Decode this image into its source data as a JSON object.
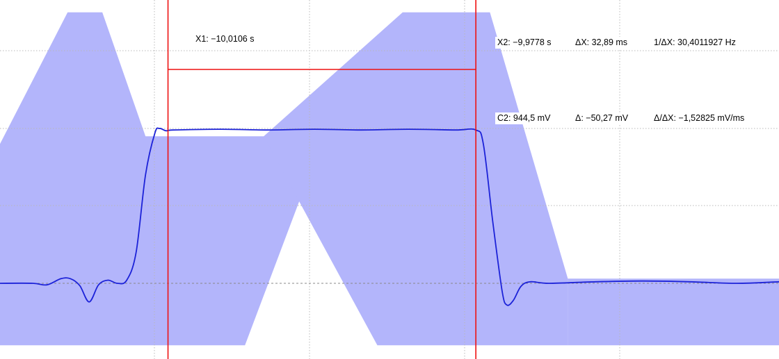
{
  "colors": {
    "background": "#ffffff",
    "grid": "#b8b8b8",
    "fill": "#b3b5fb",
    "trace": "#1c22d8",
    "cursor": "#ee1111",
    "zero_line": "#888888"
  },
  "cursors": {
    "x1": {
      "label": "X1: −10,0106 s",
      "time_s": -10.0106
    },
    "x2": {
      "label": "X2: −9,9778 s",
      "time_s": -9.9778
    },
    "delta_x": "ΔX: 32,89 ms",
    "inv_delta_x": "1/ΔX: 30,4011927 Hz",
    "c2": "C2: 944,5 mV",
    "delta": "Δ: −50,27 mV",
    "delta_per_dx": "Δ/ΔX: −1,52825 mV/ms"
  },
  "chart_data": {
    "type": "line",
    "title": "",
    "xlabel": "",
    "ylabel": "",
    "grid": true,
    "series": [
      {
        "kind": "trace",
        "points": [
          [
            -10.0285,
            0.0
          ],
          [
            -10.025,
            0.0
          ],
          [
            -10.0235,
            -0.01
          ],
          [
            -10.022,
            0.03
          ],
          [
            -10.021,
            0.03
          ],
          [
            -10.02,
            -0.015
          ],
          [
            -10.019,
            -0.12
          ],
          [
            -10.018,
            -0.01
          ],
          [
            -10.017,
            0.02
          ],
          [
            -10.016,
            0.0
          ],
          [
            -10.015,
            0.02
          ],
          [
            -10.014,
            0.2
          ],
          [
            -10.013,
            0.7
          ],
          [
            -10.012,
            0.97
          ],
          [
            -10.0115,
            1.0
          ],
          [
            -10.0108,
            0.985
          ],
          [
            -10.01,
            0.99
          ],
          [
            -10.005,
            0.995
          ],
          [
            -10.0,
            0.99
          ],
          [
            -9.995,
            0.995
          ],
          [
            -9.99,
            0.99
          ],
          [
            -9.985,
            0.995
          ],
          [
            -9.98,
            0.99
          ],
          [
            -9.9778,
            0.99
          ],
          [
            -9.977,
            0.9
          ],
          [
            -9.976,
            0.4
          ],
          [
            -9.975,
            -0.05
          ],
          [
            -9.9745,
            -0.14
          ],
          [
            -9.9738,
            -0.11
          ],
          [
            -9.973,
            -0.02
          ],
          [
            -9.972,
            0.01
          ],
          [
            -9.97,
            0.0
          ],
          [
            -9.965,
            0.01
          ],
          [
            -9.96,
            0.015
          ],
          [
            -9.955,
            0.01
          ],
          [
            -9.95,
            0.0
          ],
          [
            -9.9455,
            0.01
          ]
        ]
      },
      {
        "kind": "envelope",
        "polygons": [
          [
            [
              -10.0285,
              0.9
            ],
            [
              -10.0213,
              1.75
            ],
            [
              -10.0176,
              1.75
            ],
            [
              -10.013,
              0.95
            ],
            [
              -9.994,
              0.95
            ],
            [
              -10.0024,
              -0.4
            ],
            [
              -10.0198,
              -0.4
            ],
            [
              -10.0285,
              -0.4
            ]
          ],
          [
            [
              -10.0004,
              0.95
            ],
            [
              -9.9856,
              1.75
            ],
            [
              -9.9763,
              1.75
            ],
            [
              -9.968,
              0.03
            ],
            [
              -9.968,
              -0.4
            ],
            [
              -9.9883,
              -0.4
            ]
          ],
          [
            [
              -9.968,
              0.03
            ],
            [
              -9.9455,
              0.03
            ],
            [
              -9.9455,
              -0.4
            ],
            [
              -9.968,
              -0.4
            ]
          ]
        ]
      }
    ]
  }
}
